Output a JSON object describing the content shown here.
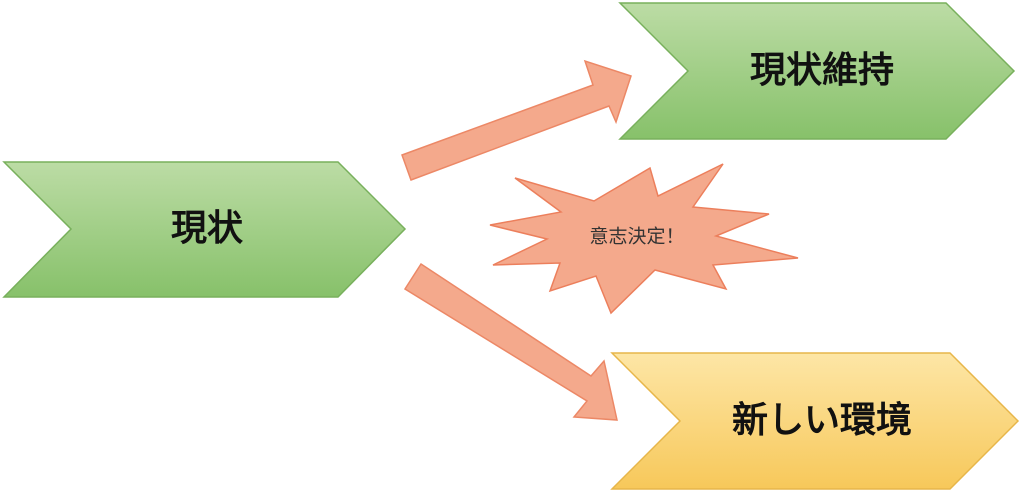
{
  "diagram": {
    "source": {
      "label": "現状",
      "fill_top": "#bcdca5",
      "fill_bottom": "#87c16a",
      "stroke": "#78b05c"
    },
    "option_keep": {
      "label": "現状維持",
      "fill_top": "#bcdca5",
      "fill_bottom": "#87c16a",
      "stroke": "#78b05c"
    },
    "option_new": {
      "label": "新しい環境",
      "fill_top": "#fde6a6",
      "fill_bottom": "#f7c85a",
      "stroke": "#e7b64a"
    },
    "decision": {
      "label": "意志決定！",
      "fill": "#f4a98c",
      "stroke": "#ec7f5c"
    },
    "arrows": {
      "fill": "#f4a98c",
      "stroke": "#ec8866"
    }
  }
}
